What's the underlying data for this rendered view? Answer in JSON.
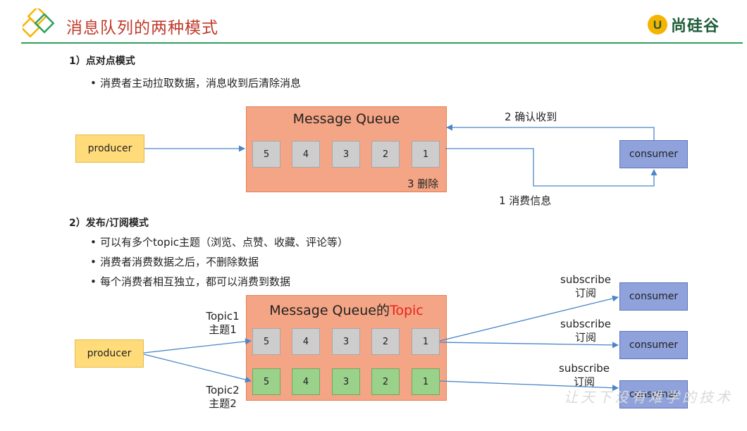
{
  "header": {
    "title": "消息队列的两种模式",
    "logo_text": "尚硅谷",
    "logo_mark": "U"
  },
  "section1": {
    "heading": "1）点对点模式",
    "bullets": [
      "消费者主动拉取数据，消息收到后清除消息"
    ],
    "queue_title": "Message Queue",
    "cells": [
      "5",
      "4",
      "3",
      "2",
      "1"
    ],
    "producer": "producer",
    "consumer": "consumer",
    "ack_label": "2 确认收到",
    "delete_label": "3 删除",
    "consume_label": "1 消费信息"
  },
  "section2": {
    "heading": "2）发布/订阅模式",
    "bullets": [
      "可以有多个topic主题（浏览、点赞、收藏、评论等）",
      "消费者消费数据之后，不删除数据",
      "每个消费者相互独立，都可以消费到数据"
    ],
    "queue_title_prefix": "Message Queue的",
    "queue_title_topic": "Topic",
    "topic1_label": "Topic1",
    "topic1_cn": "主题1",
    "topic2_label": "Topic2",
    "topic2_cn": "主题2",
    "topic1_cells": [
      "5",
      "4",
      "3",
      "2",
      "1"
    ],
    "topic2_cells": [
      "5",
      "4",
      "3",
      "2",
      "1"
    ],
    "producer": "producer",
    "consumers": [
      "consumer",
      "consumer",
      "consumer"
    ],
    "subscribe_en": "subscribe",
    "subscribe_cn": "订阅"
  },
  "watermark": "让天下没有难学的技术",
  "colors": {
    "title_red": "#c0392b",
    "rule_green": "#2e9f5e",
    "queue_orange": "#f4a585",
    "producer_yellow": "#ffdb7a",
    "consumer_blue": "#8fa2dc",
    "cell_gray": "#cdcdcd",
    "cell_green": "#9ad18b",
    "arrow_blue": "#4a86c8",
    "topic_red": "#e8231b"
  }
}
